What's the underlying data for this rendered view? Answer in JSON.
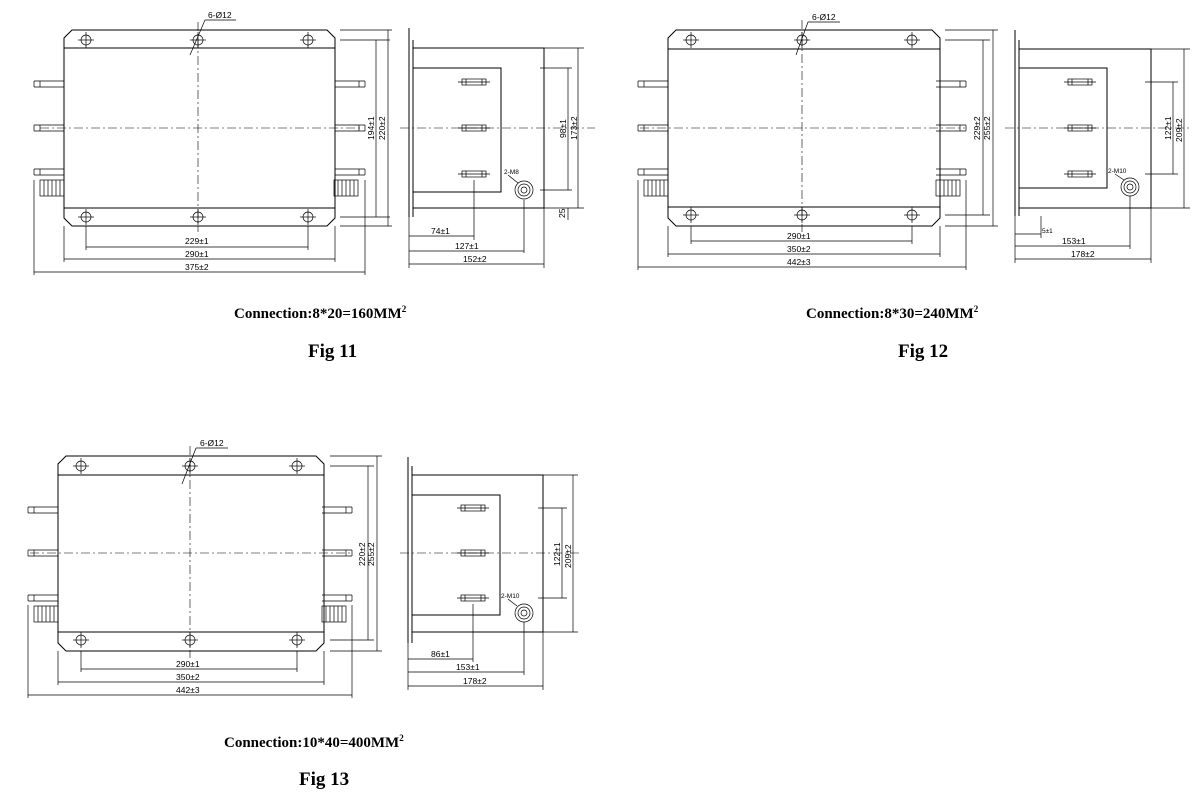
{
  "fig11": {
    "hole_callout": "6-Ø12",
    "dim_229": "229±1",
    "dim_290": "290±1",
    "dim_375": "375±2",
    "dim_194": "194±1",
    "dim_220": "220±2",
    "side_bolt": "2-M8",
    "dim_98": "98±1",
    "dim_173": "173±2",
    "dim_25": "25",
    "dim_74": "74±1",
    "dim_127": "127±1",
    "dim_152": "152±2",
    "connection": "Connection:8*20=160MM",
    "connection_sup": "2",
    "label": "Fig 11"
  },
  "fig12": {
    "hole_callout": "6-Ø12",
    "dim_290": "290±1",
    "dim_350": "350±2",
    "dim_442": "442±3",
    "dim_229": "229±2",
    "dim_255": "255±2",
    "side_bolt": "2-M10",
    "dim_122": "122±1",
    "dim_209": "209±2",
    "dim_small": "5±1",
    "dim_153": "153±1",
    "dim_178": "178±2",
    "connection": "Connection:8*30=240MM",
    "connection_sup": "2",
    "label": "Fig 12"
  },
  "fig13": {
    "hole_callout": "6-Ø12",
    "dim_290": "290±1",
    "dim_350": "350±2",
    "dim_442": "442±3",
    "dim_220": "220±2",
    "dim_255": "255±2",
    "side_bolt": "2-M10",
    "dim_122": "122±1",
    "dim_209": "209±2",
    "dim_86": "86±1",
    "dim_153": "153±1",
    "dim_178": "178±2",
    "connection": "Connection:10*40=400MM",
    "connection_sup": "2",
    "label": "Fig 13"
  }
}
